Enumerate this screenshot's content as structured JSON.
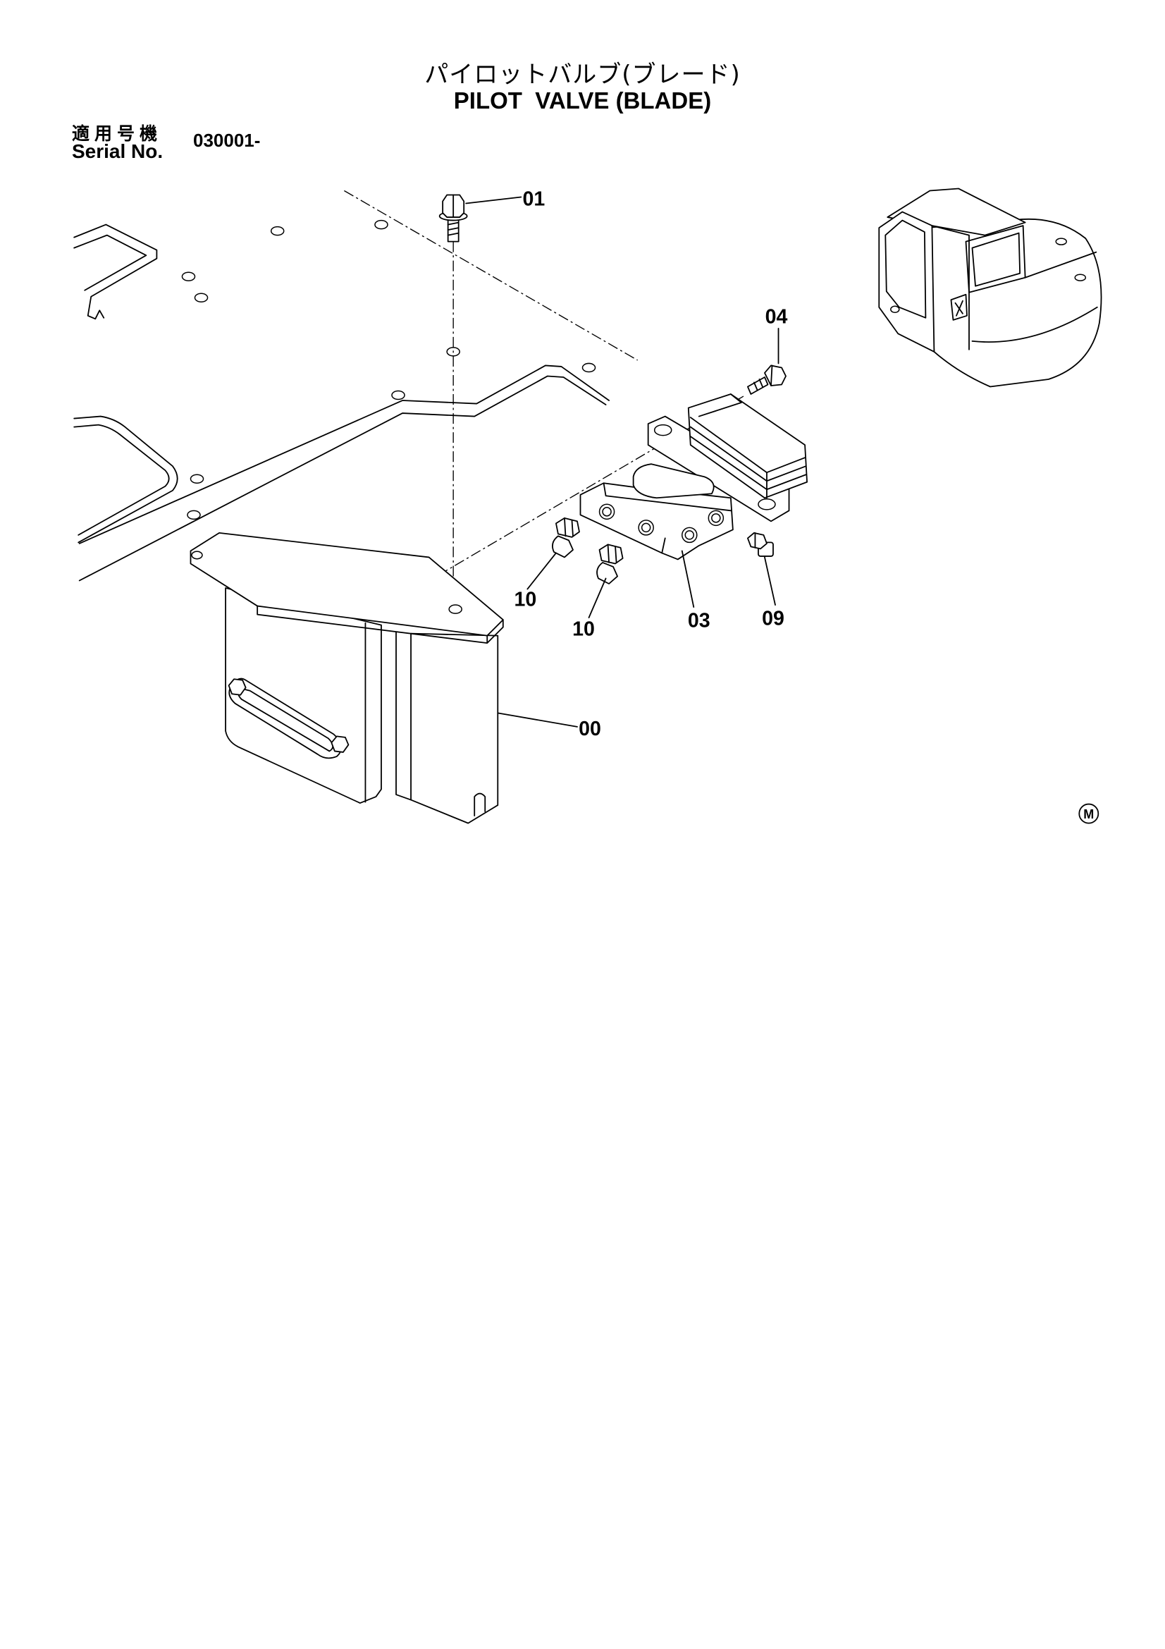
{
  "header": {
    "title_jp": "パイロットバルブ(ブレード)",
    "title_en": "PILOT  VALVE (BLADE)"
  },
  "serial": {
    "label_jp": "適用号機",
    "label_en": "Serial No.",
    "value": "030001-"
  },
  "callouts": [
    "01",
    "04",
    "10",
    "10",
    "03",
    "09",
    "00"
  ],
  "mark": "M"
}
